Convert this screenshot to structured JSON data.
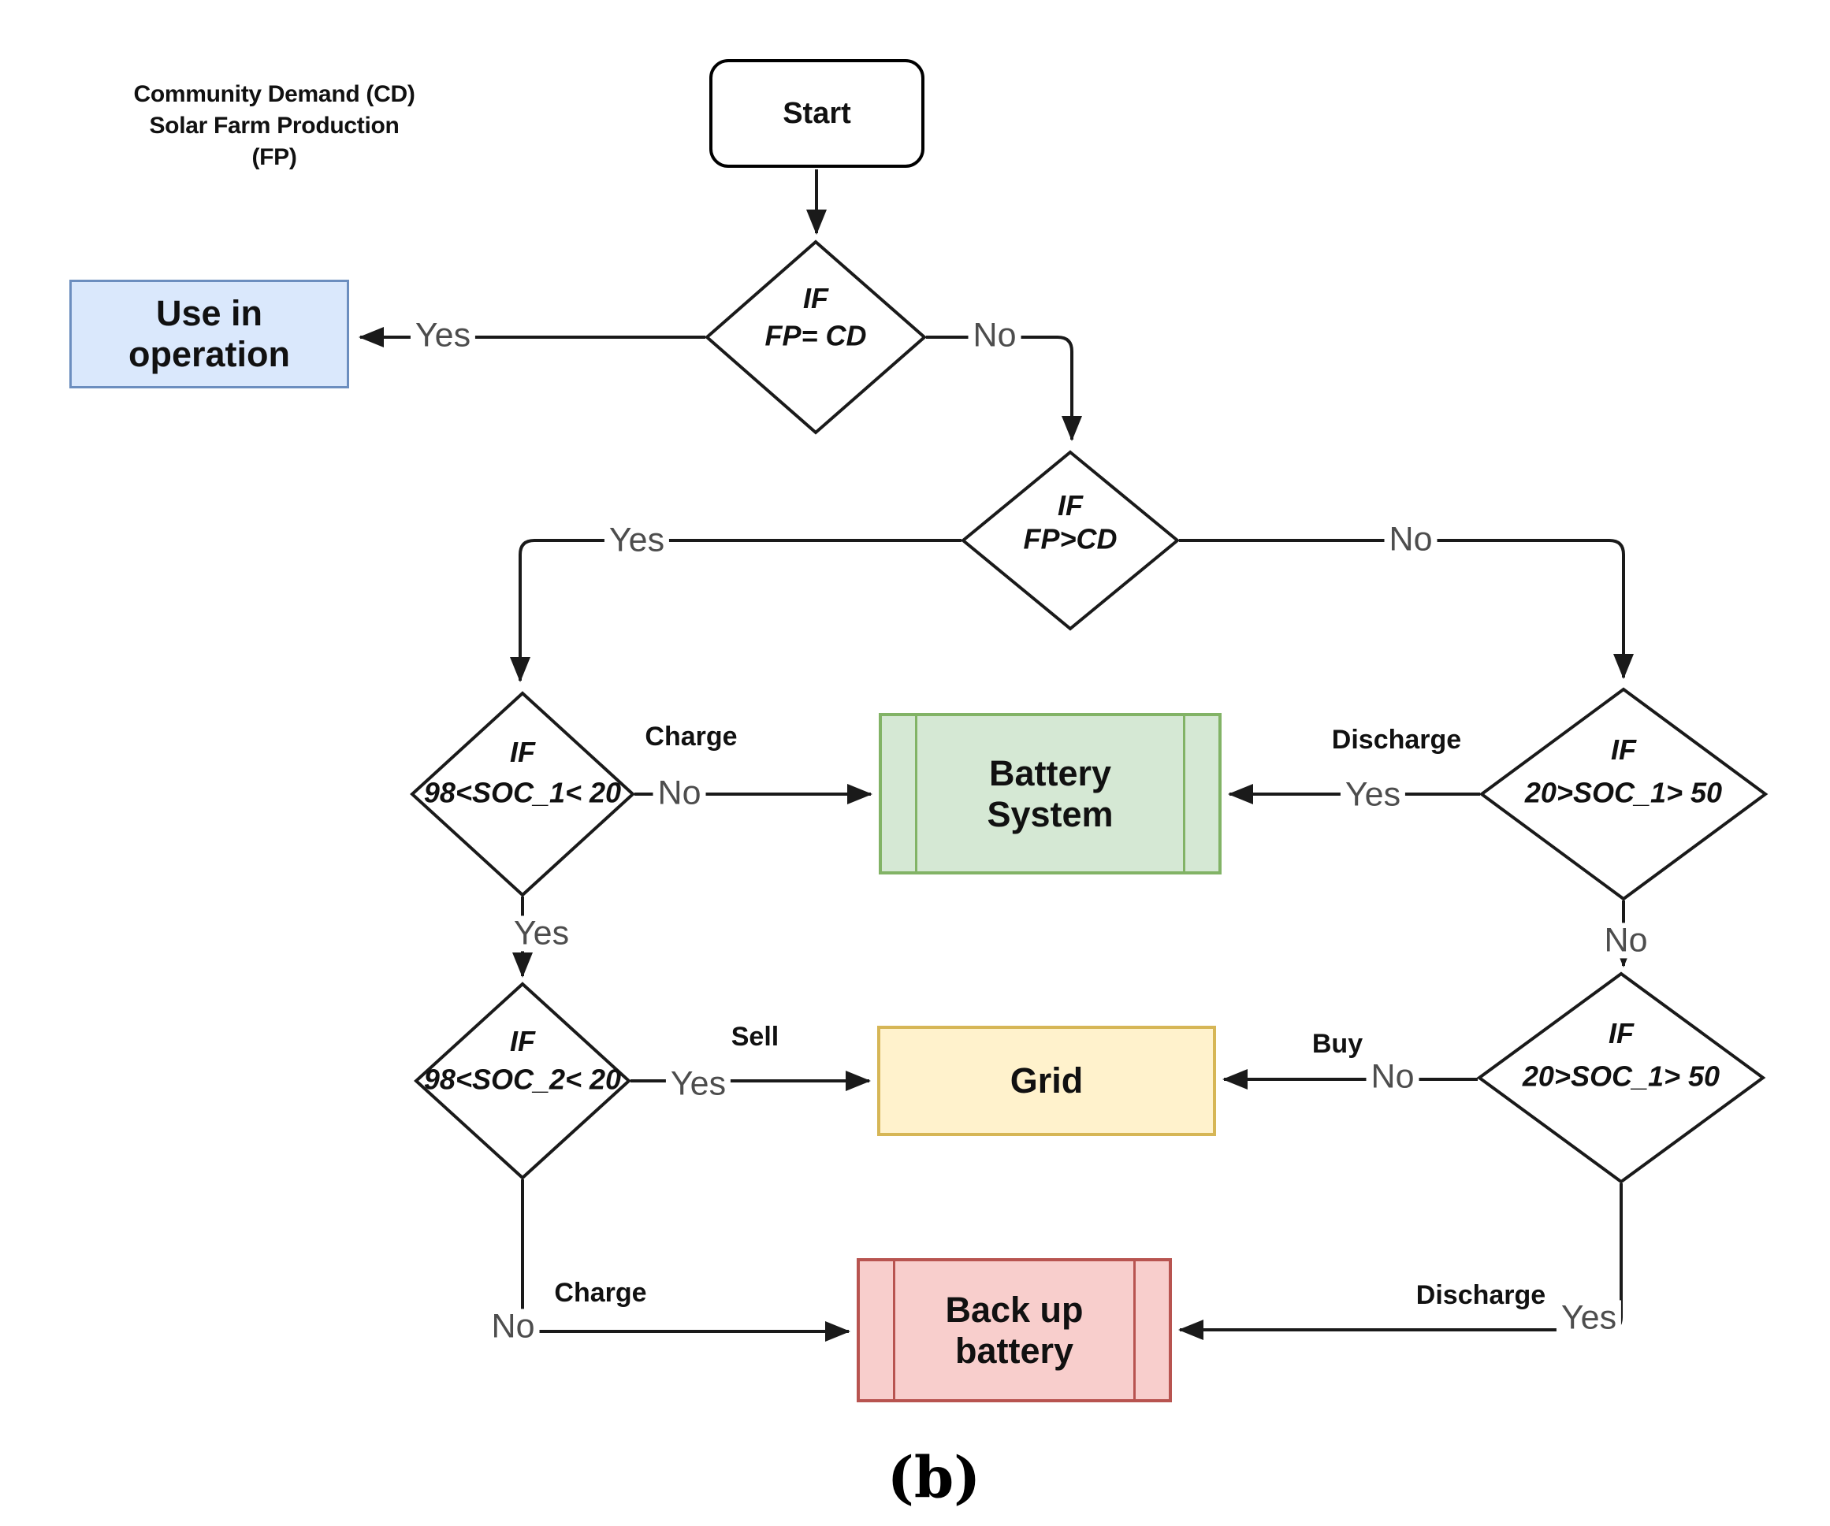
{
  "legend": {
    "line1": "Community Demand (CD)",
    "line2": "Solar Farm Production (FP)"
  },
  "caption": "(b)",
  "nodes": {
    "start": {
      "label": "Start"
    },
    "use_in_operation": {
      "label": "Use in operation"
    },
    "battery_system": {
      "label": "Battery System"
    },
    "grid": {
      "label": "Grid"
    },
    "backup_battery": {
      "label": "Back up battery"
    },
    "dec_fp_eq_cd": {
      "keyword": "IF",
      "condition": "FP= CD"
    },
    "dec_fp_gt_cd": {
      "keyword": "IF",
      "condition": "FP>CD"
    },
    "dec_soc1_left": {
      "keyword": "IF",
      "condition": "98<SOC_1< 20"
    },
    "dec_soc1_right": {
      "keyword": "IF",
      "condition": "20>SOC_1> 50"
    },
    "dec_soc2_left": {
      "keyword": "IF",
      "condition": "98<SOC_2< 20"
    },
    "dec_soc1_right2": {
      "keyword": "IF",
      "condition": "20>SOC_1> 50"
    }
  },
  "edges": {
    "d1_yes": {
      "label": "Yes"
    },
    "d1_no": {
      "label": "No"
    },
    "d2_yes": {
      "label": "Yes"
    },
    "d2_no": {
      "label": "No"
    },
    "lsoc1_no": {
      "label": "No",
      "action": "Charge"
    },
    "lsoc1_yes": {
      "label": "Yes"
    },
    "rsoc1_yes": {
      "label": "Yes",
      "action": "Discharge"
    },
    "rsoc1_no": {
      "label": "No"
    },
    "lsoc2_yes": {
      "label": "Yes",
      "action": "Sell"
    },
    "lsoc2_no": {
      "label": "No",
      "action": "Charge"
    },
    "rsoc2_no": {
      "label": "No",
      "action": "Buy"
    },
    "rsoc2_yes": {
      "label": "Yes",
      "action": "Discharge"
    }
  },
  "colors": {
    "use_in_operation_fill": "#dae8fc",
    "use_in_operation_border": "#6c8ebf",
    "battery_fill": "#d5e8d4",
    "battery_border": "#82b366",
    "grid_fill": "#fff2cc",
    "grid_border": "#d6b656",
    "backup_fill": "#f8cecc",
    "backup_border": "#b85450",
    "line": "#1a1a1a"
  }
}
